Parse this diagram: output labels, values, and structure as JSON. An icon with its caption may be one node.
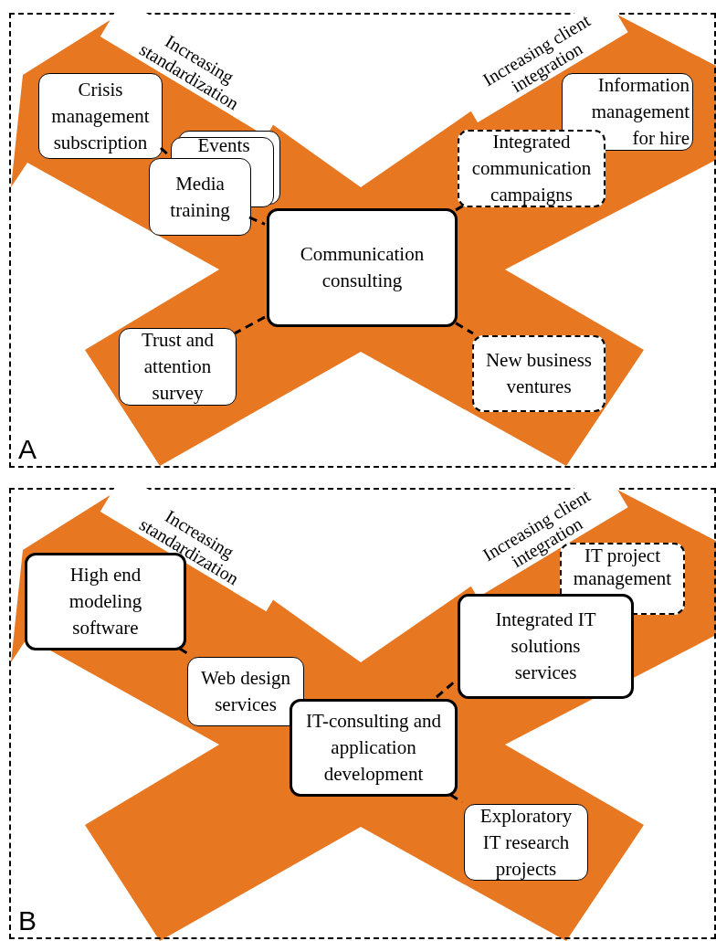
{
  "diagram": {
    "nodes": [
      {
        "text": [
          "A"
        ]
      },
      {
        "text": [
          "Crisis management subscription"
        ],
        "in": 0
      },
      {
        "text": [
          "Events"
        ],
        "in": 0
      },
      {
        "text": [
          "Media training"
        ],
        "in": 0
      },
      {
        "text": [
          "Communication consulting"
        ],
        "in": 0
      },
      {
        "text": [
          "Integrated communication campaigns"
        ],
        "in": 0
      },
      {
        "text": [
          "Information management for hire"
        ],
        "in": 0
      },
      {
        "text": [
          "Trust and attention survey"
        ],
        "in": 0
      },
      {
        "text": [
          "New business ventures"
        ],
        "in": 0
      },
      {
        "text": [
          "B"
        ]
      },
      {
        "text": [
          "High end modeling software"
        ],
        "in": 9
      },
      {
        "text": [
          "Web design services"
        ],
        "in": 9
      },
      {
        "text": [
          "IT-consulting and application development"
        ],
        "in": 9
      },
      {
        "text": [
          "Integrated IT solutions services"
        ],
        "in": 9
      },
      {
        "text": [
          "IT project management"
        ],
        "in": 9
      },
      {
        "text": [
          "Exploratory IT research projects"
        ],
        "in": 9
      }
    ],
    "edges": [
      {
        "from": 1,
        "to": 3,
        "arrow": "none",
        "style": "dashed"
      },
      {
        "from": 3,
        "to": 4,
        "arrow": "none",
        "style": "dashed"
      },
      {
        "from": 4,
        "to": 5,
        "arrow": "none",
        "style": "dashed"
      },
      {
        "from": 4,
        "to": 7,
        "arrow": "none",
        "style": "dashed"
      },
      {
        "from": 4,
        "to": 8,
        "arrow": "none",
        "style": "dashed"
      },
      {
        "from": 10,
        "to": 11,
        "arrow": "none",
        "style": "dashed"
      },
      {
        "from": 12,
        "to": 13,
        "arrow": "none",
        "style": "dashed"
      },
      {
        "from": 12,
        "to": 15,
        "arrow": "none",
        "style": "dashed"
      }
    ],
    "labels": [
      "Increasing standardization",
      "Increasing client integration",
      "Increasing standardization",
      "Increasing client integration"
    ]
  }
}
